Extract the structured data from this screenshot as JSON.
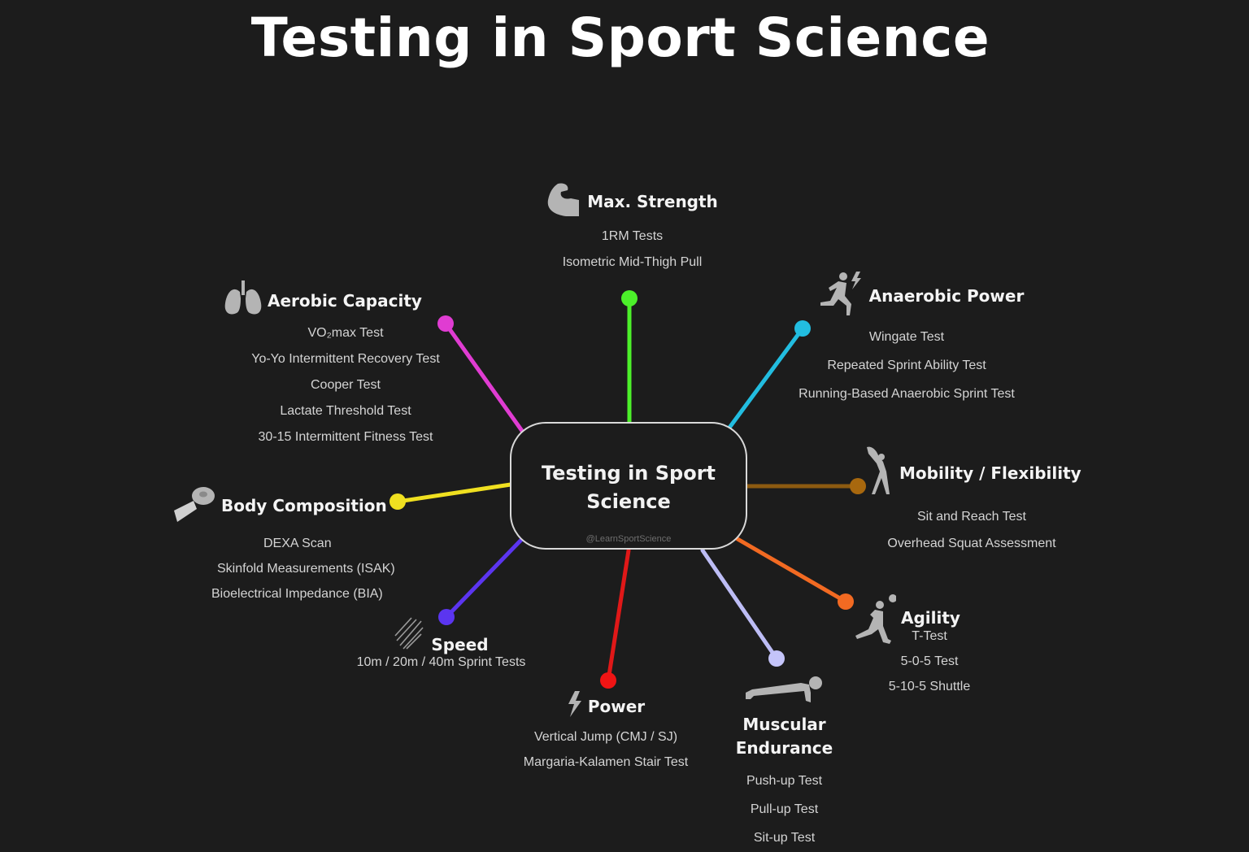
{
  "title": "Testing in Sport Science",
  "hub": {
    "title_line1": "Testing in Sport",
    "title_line2": "Science",
    "credit": "@LearnSportScience"
  },
  "colors": {
    "background": "#1c1c1c",
    "hub_border": "#d9d9d9",
    "max_strength": "#4cf02a",
    "anaerobic_power": "#22bde0",
    "mobility": "#8c5a10",
    "agility": "#f26a22",
    "muscular_endurance": "#bdbdf5",
    "power": "#e01818",
    "speed": "#5b35f0",
    "body_composition": "#f0e020",
    "aerobic_capacity": "#e03cd2"
  },
  "categories": {
    "max_strength": {
      "label": "Max. Strength",
      "icon": "flexed-arm-icon",
      "items": [
        "1RM Tests",
        "Isometric Mid-Thigh Pull"
      ]
    },
    "anaerobic_power": {
      "label": "Anaerobic Power",
      "icon": "sprinter-lightning-icon",
      "items": [
        "Wingate Test",
        "Repeated Sprint Ability Test",
        "Running-Based Anaerobic Sprint Test"
      ]
    },
    "mobility": {
      "label": "Mobility / Flexibility",
      "icon": "stretching-figure-icon",
      "items": [
        "Sit and Reach Test",
        "Overhead Squat Assessment"
      ]
    },
    "agility": {
      "label": "Agility",
      "icon": "running-figure-icon",
      "items": [
        "T-Test",
        "5-0-5 Test",
        "5-10-5 Shuttle"
      ]
    },
    "muscular_endurance": {
      "label_line1": "Muscular",
      "label_line2": "Endurance",
      "icon": "push-up-figure-icon",
      "items": [
        "Push-up Test",
        "Pull-up Test",
        "Sit-up Test"
      ]
    },
    "power": {
      "label": "Power",
      "icon": "lightning-bolt-icon",
      "items": [
        "Vertical Jump (CMJ / SJ)",
        "Margaria-Kalamen Stair Test"
      ]
    },
    "speed": {
      "label": "Speed",
      "icon": "speed-lines-icon",
      "items": [
        "10m / 20m / 40m Sprint Tests"
      ]
    },
    "body_composition": {
      "label": "Body Composition",
      "icon": "measuring-tape-icon",
      "items": [
        "DEXA Scan",
        "Skinfold Measurements (ISAK)",
        "Bioelectrical Impedance (BIA)"
      ]
    },
    "aerobic_capacity": {
      "label": "Aerobic Capacity",
      "icon": "lungs-icon",
      "items": [
        "VO₂max Test",
        "Yo-Yo Intermittent Recovery Test",
        "Cooper Test",
        "Lactate Threshold Test",
        "30-15 Intermittent Fitness Test"
      ]
    }
  }
}
